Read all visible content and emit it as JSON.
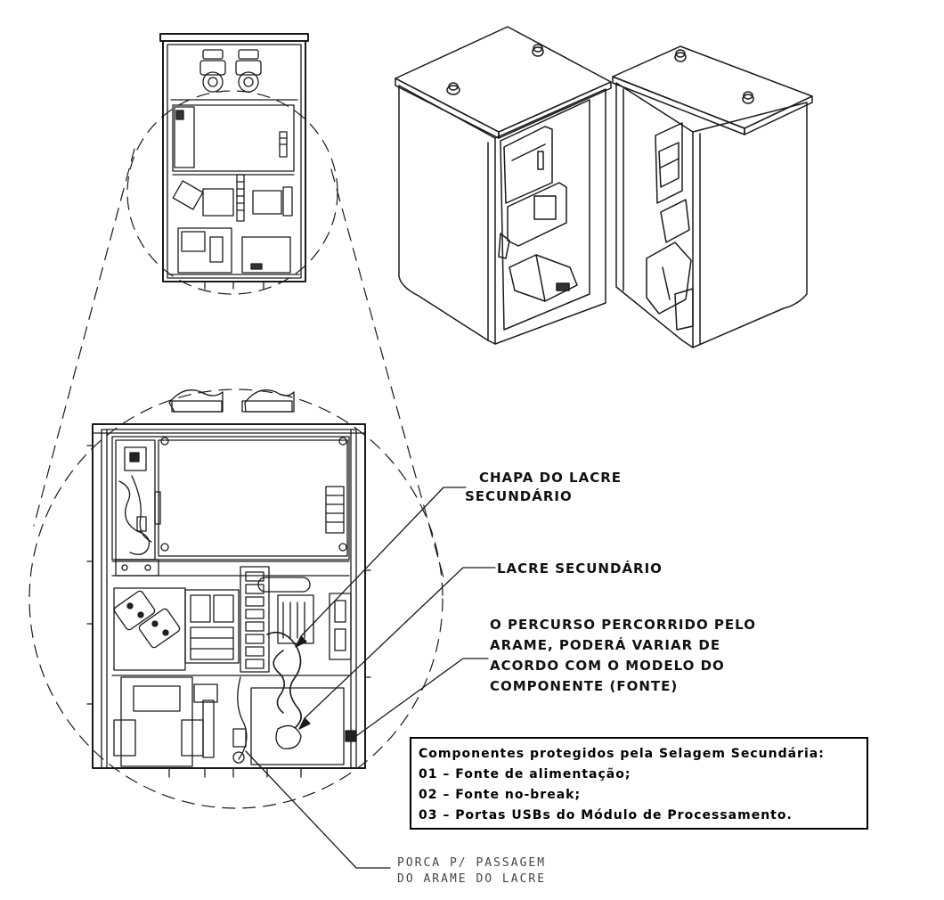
{
  "callouts": {
    "chapa_line1": "CHAPA DO LACRE",
    "chapa_line2": "SECUNDÁRIO",
    "lacre": "LACRE SECUNDÁRIO",
    "percurso_line1": "O PERCURSO PERCORRIDO PELO",
    "percurso_line2": "ARAME, PODERÁ VARIAR DE",
    "percurso_line3": "ACORDO COM O MODELO DO",
    "percurso_line4": "COMPONENTE (FONTE)",
    "porca_line1": "PORCA P/ PASSAGEM",
    "porca_line2": "DO ARAME DO LACRE"
  },
  "components_box": {
    "title": "Componentes protegidos pela Selagem Secundária:",
    "items": [
      "01 – Fonte de alimentação;",
      "02 – Fonte no-break;",
      "03 – Portas USBs do Módulo de Processamento."
    ]
  }
}
